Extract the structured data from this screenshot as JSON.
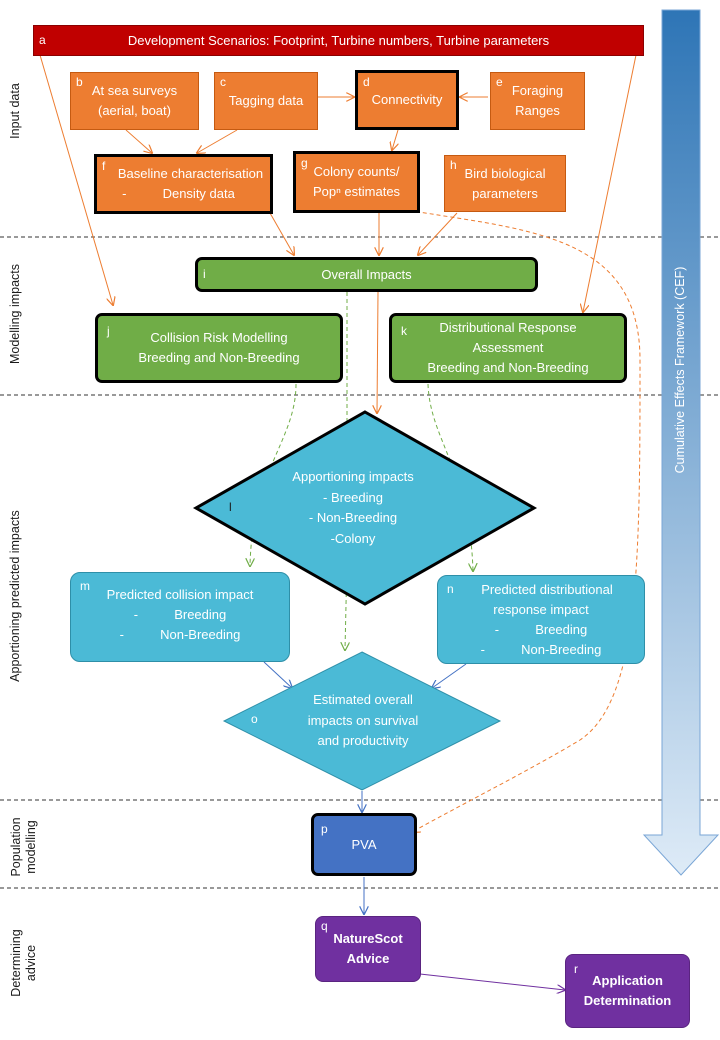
{
  "sections": [
    {
      "id": "input",
      "label_lines": [
        "Input data"
      ]
    },
    {
      "id": "modelling",
      "label_lines": [
        "Modelling impacts"
      ]
    },
    {
      "id": "apportioning",
      "label_lines": [
        "Apportioning predicted impacts"
      ]
    },
    {
      "id": "population",
      "label_lines": [
        "Population",
        "modelling"
      ]
    },
    {
      "id": "advice",
      "label_lines": [
        "Determining",
        "advice"
      ]
    }
  ],
  "cef_label": "Cumulative Effects Framework (CEF)",
  "colors": {
    "orange": "#ed7d31",
    "green": "#70ad47",
    "teal": "#4bbad6",
    "blue": "#4472c4",
    "purple": "#7030a0",
    "red": "#c00000",
    "arrow_orange": "#ed7d31",
    "arrow_green": "#70ad47",
    "arrow_blue": "#4472c4",
    "arrow_purple": "#7030a0",
    "cef_top": "#2e75b6",
    "cef_bottom": "#deebf7"
  },
  "nodes": {
    "a": {
      "letter": "a",
      "lines": [
        "Development Scenarios:  Footprint, Turbine numbers, Turbine parameters"
      ]
    },
    "b": {
      "letter": "b",
      "lines": [
        "At sea surveys",
        "(aerial, boat)"
      ]
    },
    "c": {
      "letter": "c",
      "lines": [
        "Tagging data"
      ]
    },
    "d": {
      "letter": "d",
      "lines": [
        "Connectivity"
      ]
    },
    "e": {
      "letter": "e",
      "lines": [
        "Foraging",
        "Ranges"
      ]
    },
    "f": {
      "letter": "f",
      "lines": [
        "Baseline characterisation",
        "-          Density data"
      ]
    },
    "g": {
      "letter": "g",
      "lines": [
        "Colony counts/",
        "Popⁿ estimates"
      ]
    },
    "h": {
      "letter": "h",
      "lines": [
        "Bird biological",
        "parameters"
      ]
    },
    "i": {
      "letter": "i",
      "lines": [
        "Overall Impacts"
      ]
    },
    "j": {
      "letter": "j",
      "lines": [
        "Collision Risk Modelling",
        "Breeding and Non-Breeding"
      ]
    },
    "k": {
      "letter": "k",
      "lines": [
        "Distributional Response",
        "Assessment",
        "Breeding and Non-Breeding"
      ]
    },
    "l": {
      "letter": "l",
      "lines": [
        "Apportioning impacts",
        "- Breeding",
        "- Non-Breeding",
        "-Colony"
      ]
    },
    "m": {
      "letter": "m",
      "lines": [
        "Predicted collision impact",
        "-          Breeding",
        "-          Non-Breeding"
      ]
    },
    "n": {
      "letter": "n",
      "lines": [
        "Predicted distributional",
        "response impact",
        "-          Breeding",
        "-          Non-Breeding"
      ]
    },
    "o": {
      "letter": "o",
      "lines": [
        "Estimated overall",
        "impacts on survival",
        "and productivity"
      ]
    },
    "p": {
      "letter": "p",
      "lines": [
        "PVA"
      ]
    },
    "q": {
      "letter": "q",
      "lines": [
        "NatureScot",
        "Advice"
      ]
    },
    "r": {
      "letter": "r",
      "lines": [
        "Application",
        "Determination"
      ]
    }
  }
}
